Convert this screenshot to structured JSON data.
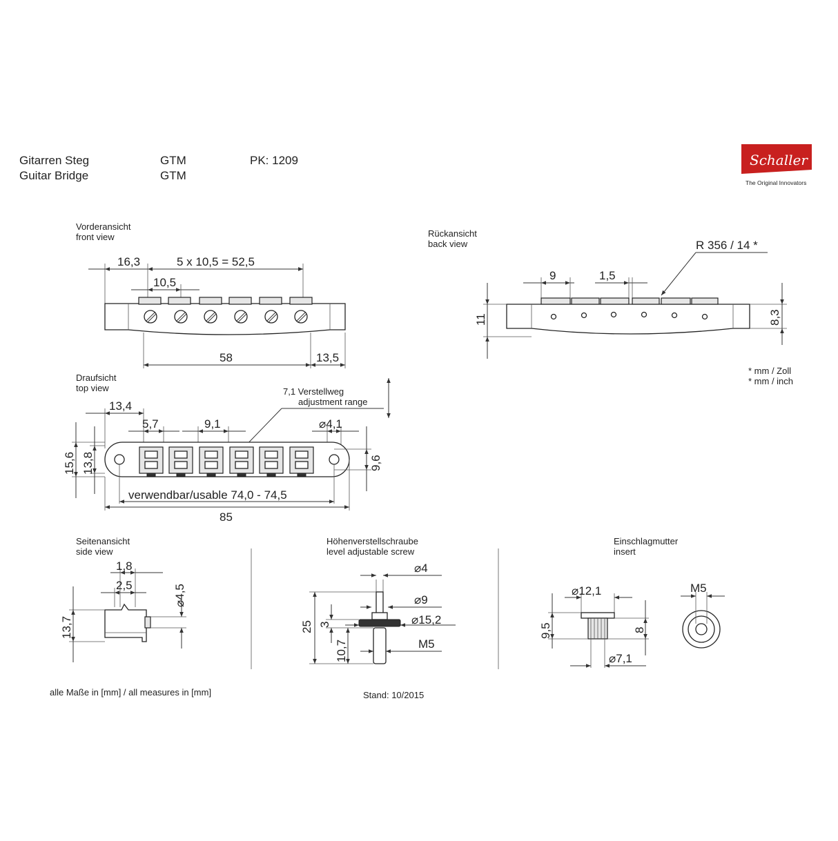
{
  "header": {
    "title_de": "Gitarren Steg",
    "title_en": "Guitar Bridge",
    "model_1": "GTM",
    "model_2": "GTM",
    "pk": "PK: 1209"
  },
  "logo": {
    "brand": "Schaller",
    "tagline": "The Original Innovators",
    "color": "#c8201f"
  },
  "front_view": {
    "label_de": "Vorderansicht",
    "label_en": "front view",
    "dims": [
      "16,3",
      "5 x 10,5 = 52,5",
      "10,5",
      "58",
      "13,5"
    ]
  },
  "back_view": {
    "label_de": "Rückansicht",
    "label_en": "back view",
    "dims": [
      "R 356 / 14 *",
      "9",
      "1,5",
      "11",
      "8,3"
    ]
  },
  "units_note": {
    "de": "* mm / Zoll",
    "en": "* mm / inch"
  },
  "top_view": {
    "label_de": "Draufsicht",
    "label_en": "top view",
    "adjust_de": "7,1 Verstellweg",
    "adjust_en": "adjustment range",
    "dims": [
      "13,4",
      "5,7",
      "9,1",
      "⌀4,1",
      "15,6",
      "13,8",
      "9,6",
      "verwendbar/usable 74,0 - 74,5",
      "85"
    ]
  },
  "side_view": {
    "label_de": "Seitenansicht",
    "label_en": "side view",
    "dims": [
      "1,8",
      "2,5",
      "⌀4,5",
      "13,7"
    ]
  },
  "screw_view": {
    "label_de": "Höhenverstellschraube",
    "label_en": "level adjustable screw",
    "dims": [
      "⌀4",
      "⌀9",
      "⌀15,2",
      "M5",
      "25",
      "3",
      "10,7"
    ]
  },
  "insert_view": {
    "label_de": "Einschlagmutter",
    "label_en": "insert",
    "dims": [
      "⌀12,1",
      "M5",
      "9,5",
      "8",
      "⌀7,1"
    ]
  },
  "footer": {
    "measures": "alle Maße in [mm] / all measures in [mm]",
    "stand": "Stand: 10/2015"
  }
}
